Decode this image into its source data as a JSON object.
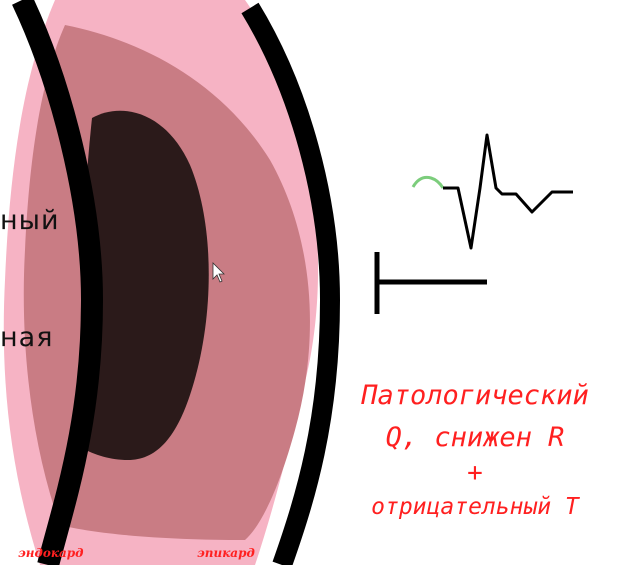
{
  "labels": {
    "left_top": "ный",
    "left_bottom": "ная",
    "endocardium": "эндокард",
    "epicardium": "эпикард"
  },
  "finding": {
    "line1": "Патологический",
    "line2": "Q, снижен R",
    "line3": "+",
    "line4": "отрицательный T"
  },
  "colors": {
    "wall_black": "#000000",
    "outer_pink": "#f6b3c4",
    "muscle": "#c97c84",
    "necrosis": "#2b1a1a",
    "finding_text": "#ff2020",
    "p_wave": "#7ccd7c"
  },
  "icons": {
    "cursor": "mouse-cursor-icon",
    "electrode": "electrode-t-icon"
  }
}
